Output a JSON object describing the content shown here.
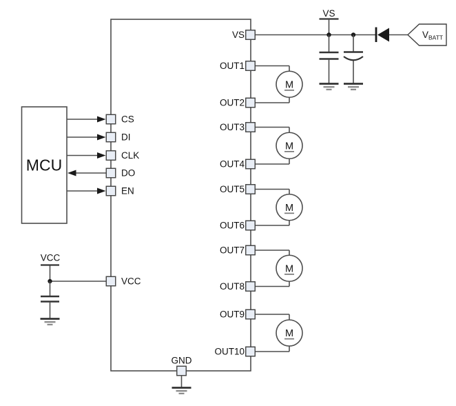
{
  "mcu": {
    "label": "MCU"
  },
  "ic": {
    "vs_pin": {
      "label": "VS"
    },
    "vcc_pin": {
      "label": "VCC"
    },
    "gnd_pin": {
      "label": "GND"
    },
    "spi_pins": [
      {
        "label": "CS",
        "direction": "mcu-to-ic"
      },
      {
        "label": "DI",
        "direction": "mcu-to-ic"
      },
      {
        "label": "CLK",
        "direction": "mcu-to-ic"
      },
      {
        "label": "DO",
        "direction": "ic-to-mcu"
      },
      {
        "label": "EN",
        "direction": "mcu-to-ic"
      }
    ],
    "output_pins": [
      "OUT1",
      "OUT2",
      "OUT3",
      "OUT4",
      "OUT5",
      "OUT6",
      "OUT7",
      "OUT8",
      "OUT9",
      "OUT10"
    ]
  },
  "power": {
    "vs_net_label": "VS",
    "vcc_net_label": "VCC",
    "battery_label": "V",
    "battery_label_sub": "BATT"
  },
  "motor": {
    "label": "M",
    "count": 5
  },
  "colors": {
    "wire": "#4d4d4d",
    "text": "#111111",
    "pad_fill": "#e9eef6",
    "pad_border": "#404040",
    "symbol_black": "#1a1a1a",
    "ground_gray": "#8c8c8c"
  }
}
